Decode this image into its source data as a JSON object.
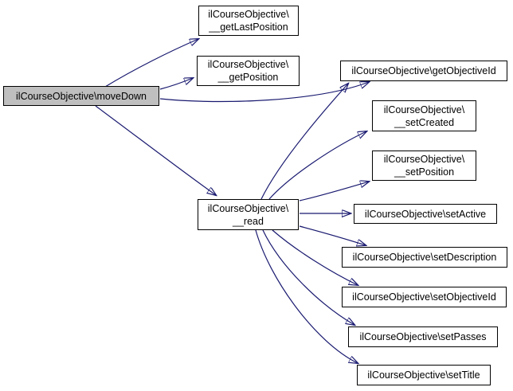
{
  "diagram": {
    "kind": "doxygen-call-graph",
    "background_color": "#ffffff",
    "edge_color": "#191970",
    "node_fill": "#ffffff",
    "node_border_color": "#000000",
    "highlighted_node_fill": "#bfbfbf",
    "text_color": "#000000"
  },
  "nodes": [
    {
      "id": "moveDown",
      "lines": [
        "ilCourseObjective\\moveDown"
      ],
      "highlighted": true
    },
    {
      "id": "getLastPosition",
      "lines": [
        "ilCourseObjective\\",
        "__getLastPosition"
      ]
    },
    {
      "id": "getPosition",
      "lines": [
        "ilCourseObjective\\",
        "__getPosition"
      ]
    },
    {
      "id": "getObjectiveId",
      "lines": [
        "ilCourseObjective\\getObjectiveId"
      ]
    },
    {
      "id": "read",
      "lines": [
        "ilCourseObjective\\",
        "__read"
      ]
    },
    {
      "id": "setCreated",
      "lines": [
        "ilCourseObjective\\",
        "__setCreated"
      ]
    },
    {
      "id": "setPosition",
      "lines": [
        "ilCourseObjective\\",
        "__setPosition"
      ]
    },
    {
      "id": "setActive",
      "lines": [
        "ilCourseObjective\\setActive"
      ]
    },
    {
      "id": "setDescription",
      "lines": [
        "ilCourseObjective\\setDescription"
      ]
    },
    {
      "id": "setObjectiveId",
      "lines": [
        "ilCourseObjective\\setObjectiveId"
      ]
    },
    {
      "id": "setPasses",
      "lines": [
        "ilCourseObjective\\setPasses"
      ]
    },
    {
      "id": "setTitle",
      "lines": [
        "ilCourseObjective\\setTitle"
      ]
    }
  ],
  "edges": [
    {
      "from": "moveDown",
      "to": "getLastPosition"
    },
    {
      "from": "moveDown",
      "to": "getPosition"
    },
    {
      "from": "moveDown",
      "to": "getObjectiveId"
    },
    {
      "from": "moveDown",
      "to": "read"
    },
    {
      "from": "read",
      "to": "getObjectiveId"
    },
    {
      "from": "read",
      "to": "setCreated"
    },
    {
      "from": "read",
      "to": "setPosition"
    },
    {
      "from": "read",
      "to": "setActive"
    },
    {
      "from": "read",
      "to": "setDescription"
    },
    {
      "from": "read",
      "to": "setObjectiveId"
    },
    {
      "from": "read",
      "to": "setPasses"
    },
    {
      "from": "read",
      "to": "setTitle"
    }
  ]
}
